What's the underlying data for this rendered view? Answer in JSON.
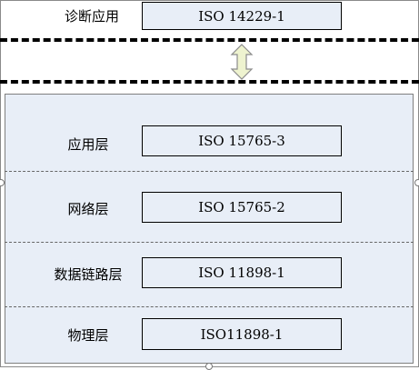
{
  "top": {
    "label": "诊断应用",
    "standard": "ISO 14229-1"
  },
  "layers": [
    {
      "label": "应用层",
      "standard": "ISO 15765-3"
    },
    {
      "label": "网络层",
      "standard": "ISO 15765-2"
    },
    {
      "label": "数据链路层",
      "standard": "ISO 11898-1"
    },
    {
      "label": "物理层",
      "standard": "ISO11898-1"
    }
  ],
  "icons": {
    "arrow": "double-vertical-arrow-icon"
  },
  "colors": {
    "box_fill": "#e8eef7",
    "stack_fill": "#e8eef7",
    "arrow_fill": "#eef3cf",
    "arrow_stroke": "#8c8c8c"
  }
}
